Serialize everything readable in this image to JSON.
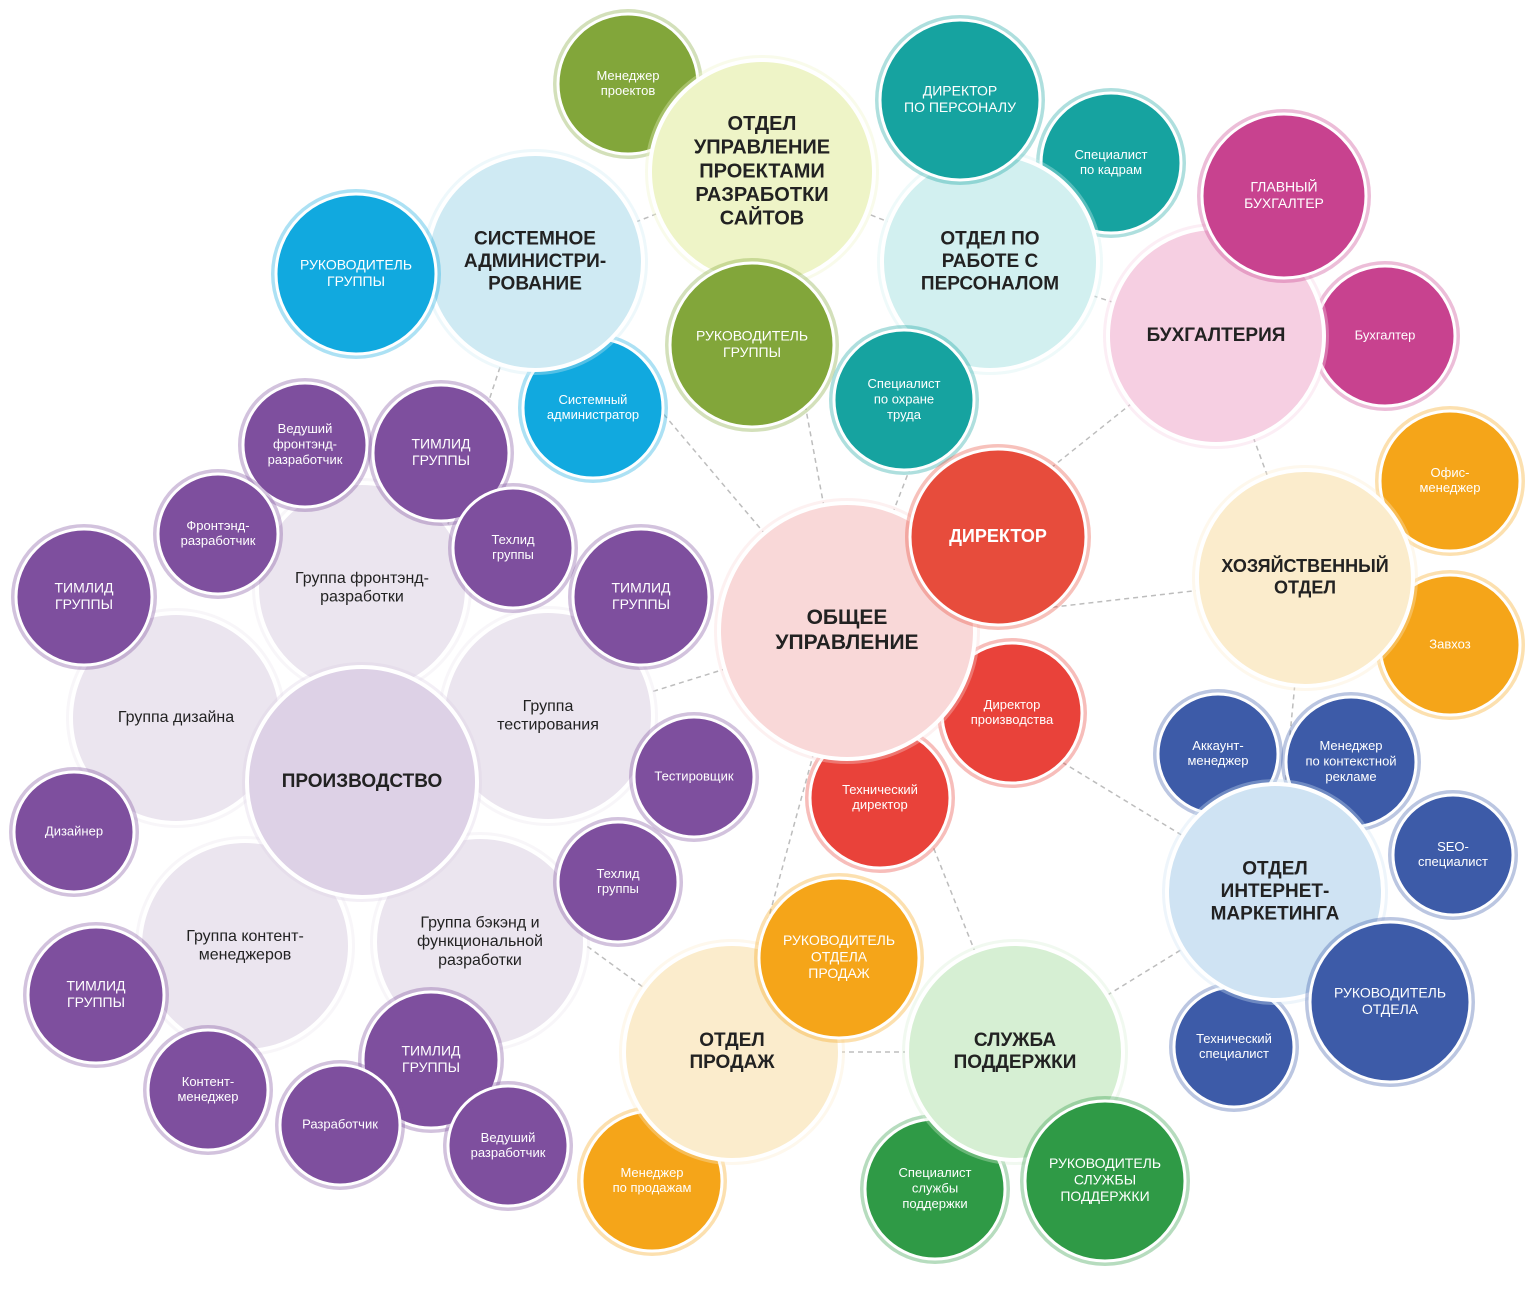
{
  "colors": {
    "center": "#f9d8d8",
    "director": "#e74c3c",
    "red": "#e9423a",
    "teal": "#16a3a0",
    "cyan": "#11a9df",
    "lightcyan": "#cfeaf3",
    "olive": "#82a63a",
    "lightolive": "#eef4c7",
    "lightteal": "#d2f0f0",
    "magenta": "#c8428f",
    "lightpink": "#f6cfe2",
    "orange": "#f5a519",
    "lightorange": "#fbeccc",
    "blue": "#3d5ba8",
    "lightblue": "#cfe3f3",
    "green": "#2f9a46",
    "lightgreen": "#d6efd3",
    "purple": "#7e4f9e",
    "lavender": "#ebe5ef",
    "lavenderdark": "#ddd1e6"
  },
  "nodes": {
    "center": {
      "lines": [
        "ОБЩЕЕ",
        "УПРАВЛЕНИЕ"
      ],
      "color": "center"
    },
    "director": {
      "lines": [
        "ДИРЕКТОР"
      ],
      "color": "director"
    },
    "prod_director": {
      "lines": [
        "Директор",
        "производства"
      ],
      "color": "red"
    },
    "tech_director": {
      "lines": [
        "Технический",
        "директор"
      ],
      "color": "red"
    },
    "sysadmin_dept": {
      "lines": [
        "СИСТЕМНОЕ",
        "АДМИНИСТРИ-",
        "РОВАНИЕ"
      ],
      "color": "lightcyan"
    },
    "sysadmin_lead": {
      "lines": [
        "РУКОВОДИТЕЛЬ",
        "ГРУППЫ"
      ],
      "color": "cyan"
    },
    "sysadmin": {
      "lines": [
        "Системный",
        "администратор"
      ],
      "color": "cyan"
    },
    "pm_dept": {
      "lines": [
        "ОТДЕЛ",
        "УПРАВЛЕНИЕ",
        "ПРОЕКТАМИ",
        "РАЗРАБОТКИ",
        "САЙТОВ"
      ],
      "color": "lightolive"
    },
    "pm_manager": {
      "lines": [
        "Менеджер",
        "проектов"
      ],
      "color": "olive"
    },
    "pm_lead": {
      "lines": [
        "РУКОВОДИТЕЛЬ",
        "ГРУППЫ"
      ],
      "color": "olive"
    },
    "hr_dept": {
      "lines": [
        "ОТДЕЛ ПО",
        "РАБОТЕ С",
        "ПЕРСОНАЛОМ"
      ],
      "color": "lightteal"
    },
    "hr_director": {
      "lines": [
        "ДИРЕКТОР",
        "ПО ПЕРСОНАЛУ"
      ],
      "color": "teal"
    },
    "hr_specialist": {
      "lines": [
        "Специалист",
        "по кадрам"
      ],
      "color": "teal"
    },
    "hr_safety": {
      "lines": [
        "Специалист",
        "по охране",
        "труда"
      ],
      "color": "teal"
    },
    "acc_dept": {
      "lines": [
        "БУХГАЛТЕРИЯ"
      ],
      "color": "lightpink"
    },
    "acc_chief": {
      "lines": [
        "ГЛАВНЫЙ",
        "БУХГАЛТЕР"
      ],
      "color": "magenta"
    },
    "acc": {
      "lines": [
        "Бухгалтер"
      ],
      "color": "magenta"
    },
    "admin_dept": {
      "lines": [
        "ХОЗЯЙСТВЕННЫЙ",
        "ОТДЕЛ"
      ],
      "color": "lightorange"
    },
    "office_mgr": {
      "lines": [
        "Офис-",
        "менеджер"
      ],
      "color": "orange"
    },
    "supply_mgr": {
      "lines": [
        "Завхоз"
      ],
      "color": "orange"
    },
    "mkt_dept": {
      "lines": [
        "ОТДЕЛ",
        "ИНТЕРНЕТ-",
        "МАРКЕТИНГА"
      ],
      "color": "lightblue"
    },
    "mkt_account": {
      "lines": [
        "Аккаунт-",
        "менеджер"
      ],
      "color": "blue"
    },
    "mkt_context": {
      "lines": [
        "Менеджер",
        "по контекстной",
        "рекламе"
      ],
      "color": "blue"
    },
    "mkt_seo": {
      "lines": [
        "SEO-",
        "специалист"
      ],
      "color": "blue"
    },
    "mkt_lead": {
      "lines": [
        "РУКОВОДИТЕЛЬ",
        "ОТДЕЛА"
      ],
      "color": "blue"
    },
    "mkt_tech": {
      "lines": [
        "Технический",
        "специалист"
      ],
      "color": "blue"
    },
    "support_dept": {
      "lines": [
        "СЛУЖБА",
        "ПОДДЕРЖКИ"
      ],
      "color": "lightgreen"
    },
    "support_lead": {
      "lines": [
        "РУКОВОДИТЕЛЬ",
        "СЛУЖБЫ",
        "ПОДДЕРЖКИ"
      ],
      "color": "green"
    },
    "support_spec": {
      "lines": [
        "Специалист",
        "службы",
        "поддержки"
      ],
      "color": "green"
    },
    "sales_dept": {
      "lines": [
        "ОТДЕЛ",
        "ПРОДАЖ"
      ],
      "color": "lightorange"
    },
    "sales_lead": {
      "lines": [
        "РУКОВОДИТЕЛЬ",
        "ОТДЕЛА",
        "ПРОДАЖ"
      ],
      "color": "orange"
    },
    "sales_mgr": {
      "lines": [
        "Менеджер",
        "по продажам"
      ],
      "color": "orange"
    },
    "production": {
      "lines": [
        "ПРОИЗВОДСТВО"
      ],
      "color": "lavenderdark"
    },
    "grp_frontend": {
      "lines": [
        "Группа фронтэнд-",
        "разработки"
      ],
      "color": "lavender"
    },
    "grp_testing": {
      "lines": [
        "Группа",
        "тестирования"
      ],
      "color": "lavender"
    },
    "grp_backend": {
      "lines": [
        "Группа бэкэнд и",
        "функциональной",
        "разработки"
      ],
      "color": "lavender"
    },
    "grp_content": {
      "lines": [
        "Группа контент-",
        "менеджеров"
      ],
      "color": "lavender"
    },
    "grp_design": {
      "lines": [
        "Группа дизайна"
      ],
      "color": "lavender"
    },
    "fe_lead_dev": {
      "lines": [
        "Ведуший",
        "фронтэнд-",
        "разработчик"
      ],
      "color": "purple"
    },
    "fe_teamlead": {
      "lines": [
        "ТИМЛИД",
        "ГРУППЫ"
      ],
      "color": "purple"
    },
    "fe_techlead": {
      "lines": [
        "Техлид",
        "группы"
      ],
      "color": "purple"
    },
    "fe_dev": {
      "lines": [
        "Фронтэнд-",
        "разработчик"
      ],
      "color": "purple"
    },
    "test_teamlead": {
      "lines": [
        "ТИМЛИД",
        "ГРУППЫ"
      ],
      "color": "purple"
    },
    "tester": {
      "lines": [
        "Тестировщик"
      ],
      "color": "purple"
    },
    "be_techlead": {
      "lines": [
        "Техлид",
        "группы"
      ],
      "color": "purple"
    },
    "be_teamlead": {
      "lines": [
        "ТИМЛИД",
        "ГРУППЫ"
      ],
      "color": "purple"
    },
    "be_dev": {
      "lines": [
        "Разработчик"
      ],
      "color": "purple"
    },
    "be_lead_dev": {
      "lines": [
        "Ведуший",
        "разработчик"
      ],
      "color": "purple"
    },
    "design_teamlead": {
      "lines": [
        "ТИМЛИД",
        "ГРУППЫ"
      ],
      "color": "purple"
    },
    "designer": {
      "lines": [
        "Дизайнер"
      ],
      "color": "purple"
    },
    "content_teamlead": {
      "lines": [
        "ТИМЛИД",
        "ГРУППЫ"
      ],
      "color": "purple"
    },
    "content_mgr": {
      "lines": [
        "Контент-",
        "менеджер"
      ],
      "color": "purple"
    }
  },
  "links": [
    [
      "center",
      "sysadmin_dept"
    ],
    [
      "center",
      "pm_dept"
    ],
    [
      "center",
      "hr_dept"
    ],
    [
      "center",
      "acc_dept"
    ],
    [
      "center",
      "admin_dept"
    ],
    [
      "center",
      "mkt_dept"
    ],
    [
      "center",
      "support_dept"
    ],
    [
      "center",
      "sales_dept"
    ],
    [
      "center",
      "production"
    ],
    [
      "sales_dept",
      "support_dept"
    ],
    [
      "support_dept",
      "mkt_dept"
    ],
    [
      "sysadmin_dept",
      "pm_dept"
    ],
    [
      "pm_dept",
      "hr_dept"
    ],
    [
      "hr_dept",
      "acc_dept"
    ],
    [
      "acc_dept",
      "admin_dept"
    ],
    [
      "admin_dept",
      "mkt_dept"
    ],
    [
      "production",
      "sales_dept"
    ],
    [
      "production",
      "sysadmin_dept"
    ]
  ]
}
